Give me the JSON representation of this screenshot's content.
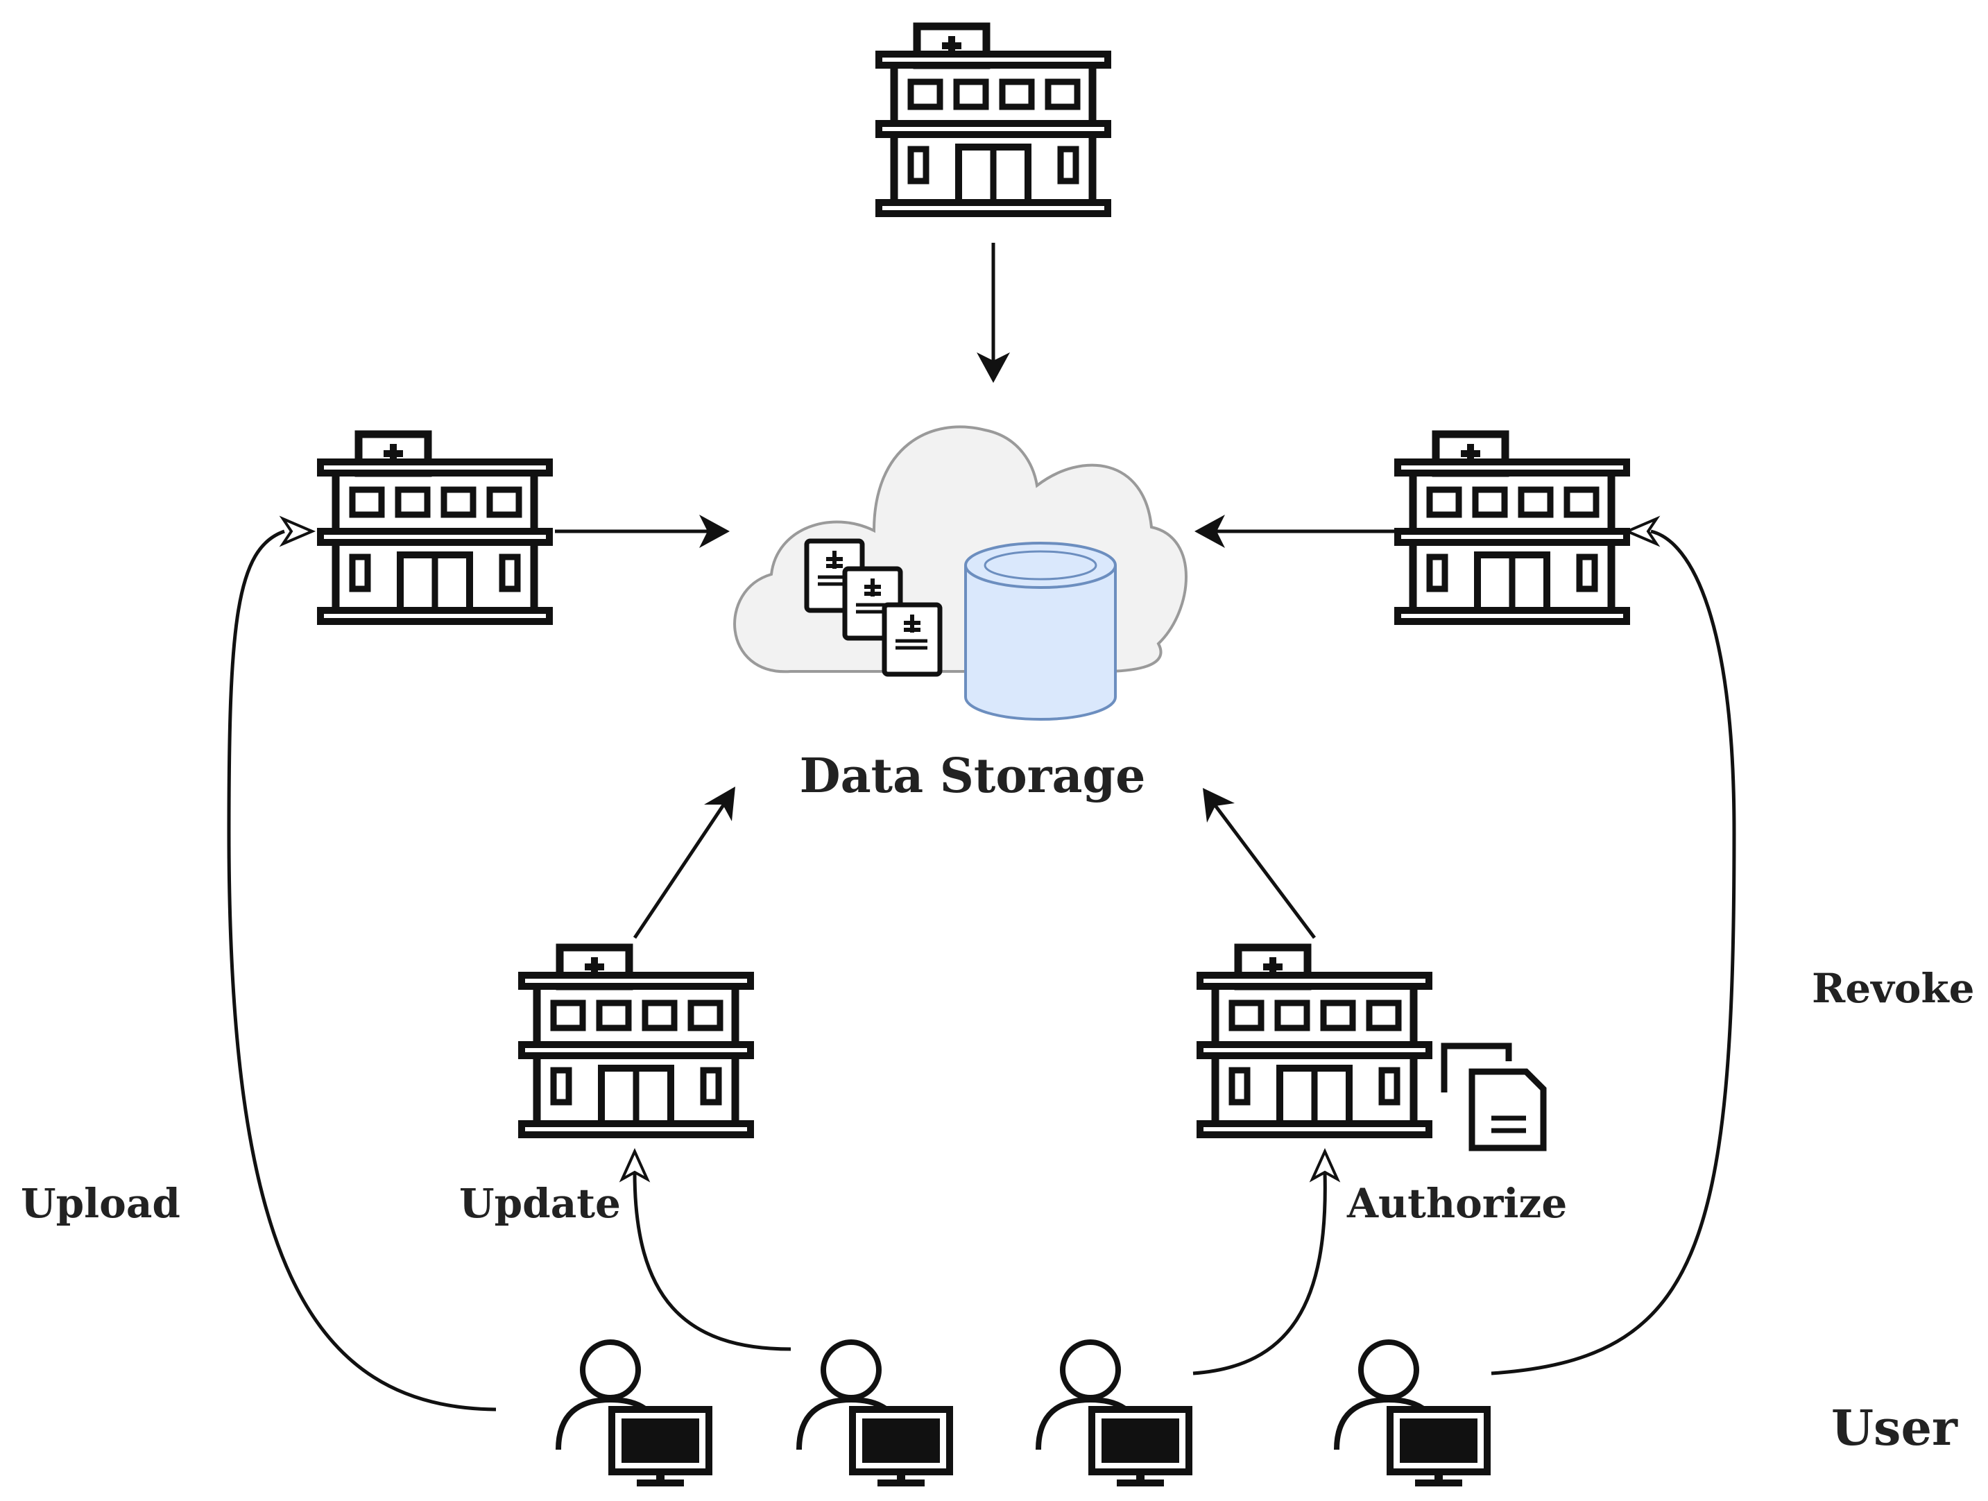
{
  "diagram": {
    "center_label": "Data Storage",
    "labels": {
      "upload": "Upload",
      "update": "Update",
      "authorize": "Authorize",
      "revoke": "Revoke",
      "user": "User"
    },
    "nodes": {
      "hospitals": [
        "hospital-icon",
        "hospital-icon",
        "hospital-icon",
        "hospital-icon",
        "hospital-icon"
      ],
      "cloud": "cloud-icon",
      "database": "database-icon",
      "records": "medical-record-icon",
      "documents": "document-copy-icon",
      "users": [
        "user-computer-icon",
        "user-computer-icon",
        "user-computer-icon",
        "user-computer-icon"
      ]
    },
    "colors": {
      "line": "#111111",
      "cloud_fill": "#f2f2f2",
      "cloud_stroke": "#9a9a9a",
      "db_fill": "#dae8fc",
      "db_stroke": "#6c8ebf"
    }
  }
}
